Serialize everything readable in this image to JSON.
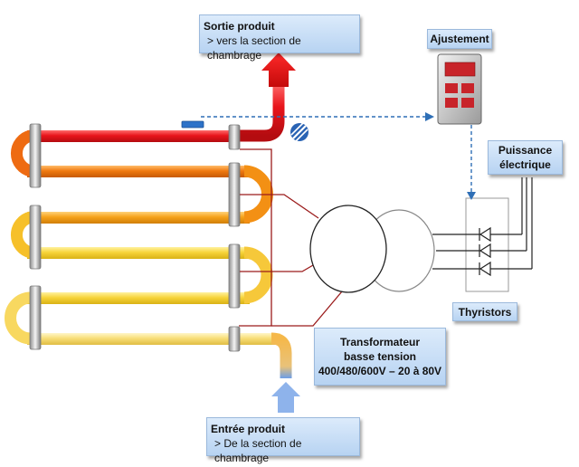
{
  "labels": {
    "sortie": {
      "title": "Sortie produit",
      "detail": ">  vers la section de chambrage"
    },
    "ajustement": "Ajustement",
    "puissance": {
      "line1": "Puissance",
      "line2": "électrique"
    },
    "thyristors": "Thyristors",
    "transformateur": {
      "line1": "Transformateur",
      "line2": "basse tension",
      "line3": "400/480/600V – 20 à 80V"
    },
    "entree": {
      "title": "Entrée produit",
      "detail": ">  De la section de chambrage"
    }
  },
  "colors": {
    "hot": "#e8141b",
    "warm": "#f07a10",
    "mid": "#f6a21a",
    "cool": "#f7d43a",
    "inlet_blue": "#4a86d8",
    "wire_dark_red": "#9b1b1b",
    "signal_blue": "#2f6fb6",
    "label_bg": "#c9def5"
  },
  "icons": [
    "up-arrow-icon",
    "flow-sensor-icon",
    "valve-icon",
    "controller-icon",
    "thyristor-icon"
  ]
}
